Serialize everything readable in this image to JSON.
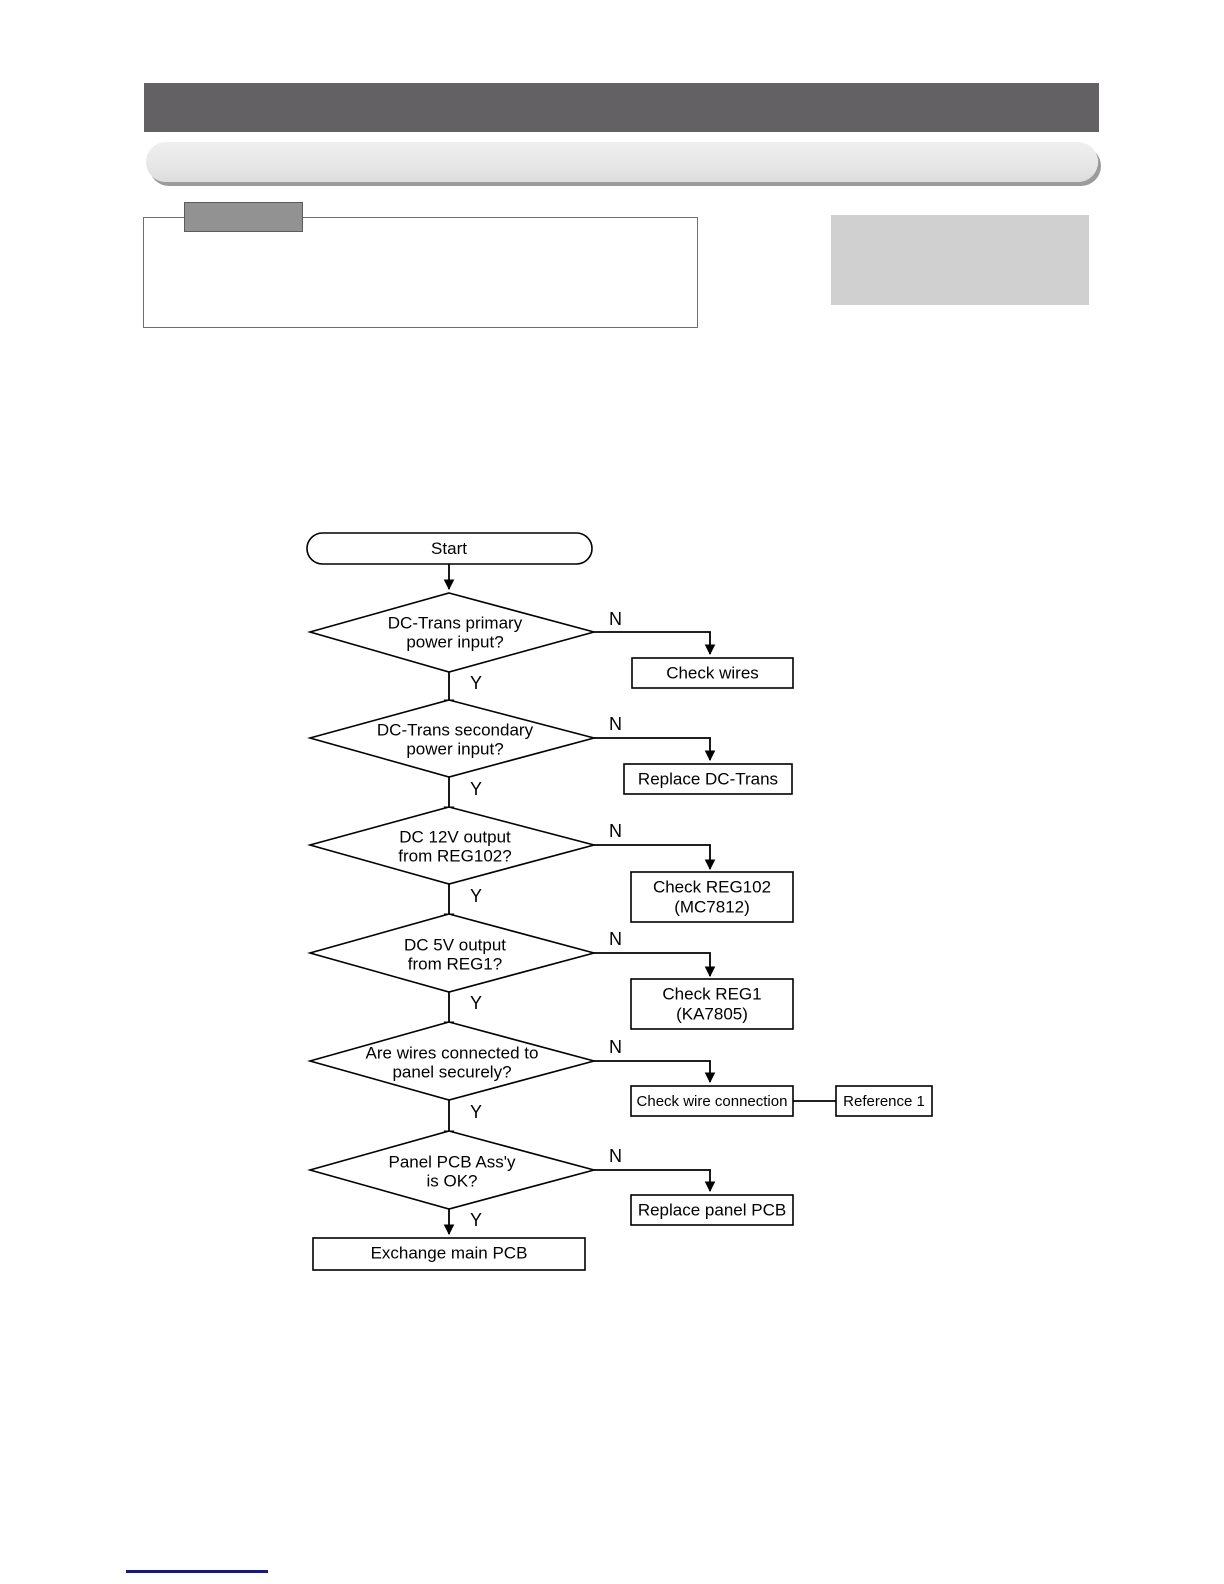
{
  "page": {
    "header_band_color": "#636163",
    "pill_bar_color": "#e8e8e8",
    "tab_color": "#929292",
    "side_note_color": "#d0d0d0",
    "bottom_rule_color": "#1a1a7a",
    "header_title": "",
    "pill_title": "",
    "info_tab_label": "",
    "info_panel_text": "",
    "side_note_text": ""
  },
  "chart_data": {
    "type": "diagram",
    "title": "",
    "nodes": [
      {
        "id": "start",
        "shape": "terminator",
        "label": "Start"
      },
      {
        "id": "d1",
        "shape": "decision",
        "label": "DC-Trans primary\npower input?"
      },
      {
        "id": "a1",
        "shape": "process",
        "label": "Check wires"
      },
      {
        "id": "d2",
        "shape": "decision",
        "label": "DC-Trans secondary\npower input?"
      },
      {
        "id": "a2",
        "shape": "process",
        "label": "Replace DC-Trans"
      },
      {
        "id": "d3",
        "shape": "decision",
        "label": "DC 12V output\nfrom REG102?"
      },
      {
        "id": "a3",
        "shape": "process",
        "label": "Check REG102\n(MC7812)"
      },
      {
        "id": "d4",
        "shape": "decision",
        "label": "DC 5V  output\nfrom REG1?"
      },
      {
        "id": "a4",
        "shape": "process",
        "label": "Check REG1\n(KA7805)"
      },
      {
        "id": "d5",
        "shape": "decision",
        "label": "Are wires connected to\npanel securely?"
      },
      {
        "id": "a5",
        "shape": "process",
        "label": "Check wire connection"
      },
      {
        "id": "ref1",
        "shape": "process",
        "label": "Reference 1"
      },
      {
        "id": "d6",
        "shape": "decision",
        "label": "Panel PCB Ass'y\nis OK?"
      },
      {
        "id": "a6",
        "shape": "process",
        "label": "Replace panel PCB"
      },
      {
        "id": "end",
        "shape": "process",
        "label": "Exchange main PCB"
      }
    ],
    "edges": [
      {
        "from": "start",
        "to": "d1",
        "label": ""
      },
      {
        "from": "d1",
        "to": "a1",
        "label": "N"
      },
      {
        "from": "d1",
        "to": "d2",
        "label": "Y"
      },
      {
        "from": "d2",
        "to": "a2",
        "label": "N"
      },
      {
        "from": "d2",
        "to": "d3",
        "label": "Y"
      },
      {
        "from": "d3",
        "to": "a3",
        "label": "N"
      },
      {
        "from": "d3",
        "to": "d4",
        "label": "Y"
      },
      {
        "from": "d4",
        "to": "a4",
        "label": "N"
      },
      {
        "from": "d4",
        "to": "d5",
        "label": "Y"
      },
      {
        "from": "d5",
        "to": "a5",
        "label": "N"
      },
      {
        "from": "a5",
        "to": "ref1",
        "label": ""
      },
      {
        "from": "d5",
        "to": "d6",
        "label": "Y"
      },
      {
        "from": "d6",
        "to": "a6",
        "label": "N"
      },
      {
        "from": "d6",
        "to": "end",
        "label": "Y"
      }
    ],
    "branch_labels": {
      "yes": "Y",
      "no": "N"
    }
  }
}
